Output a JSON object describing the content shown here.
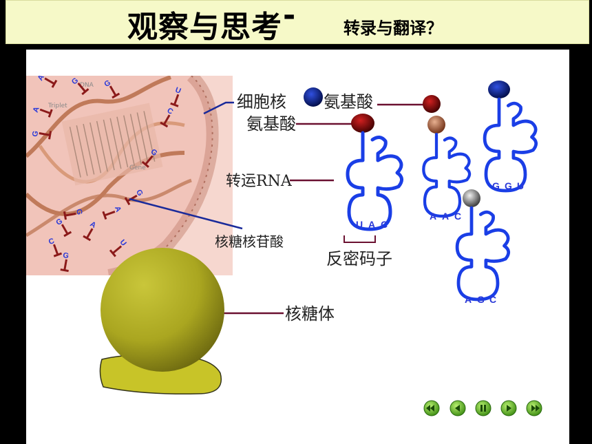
{
  "header": {
    "title": "观察与思考",
    "dash": "-",
    "subtitle": "转录与翻译？"
  },
  "labels": {
    "nucleus": "细胞核",
    "amino_acid_1": "氨基酸",
    "amino_acid_2": "氨基酸",
    "trna": "转运RNA",
    "nucleotide": "核糖核苷酸",
    "anticodon": "反密码子",
    "ribosome": "核糖体"
  },
  "trna_anticodons": [
    {
      "bases": [
        "U",
        "A",
        "C"
      ]
    },
    {
      "bases": [
        "A",
        "A",
        "C"
      ]
    },
    {
      "bases": [
        "G",
        "G",
        "U"
      ]
    },
    {
      "bases": [
        "A",
        "G",
        "C"
      ]
    }
  ],
  "nucleus_inset": {
    "dna_label": "DNA",
    "triplet_label": "Triplet",
    "gene_label": "Gene",
    "nucleotides": [
      "A",
      "G",
      "G",
      "A",
      "U",
      "C",
      "G",
      "G",
      "G",
      "A",
      "G",
      "G",
      "G",
      "C",
      "A",
      "U"
    ]
  },
  "colors": {
    "trna_blue": "#1a3ee6",
    "amino_dark_red": "#8b0000",
    "amino_blue": "#0a1a8a",
    "ribosome": "#b8b420",
    "leader_line": "#6a1030"
  },
  "nav": {
    "icons": [
      "first-icon",
      "prev-icon",
      "pause-icon",
      "next-icon",
      "last-icon"
    ]
  }
}
